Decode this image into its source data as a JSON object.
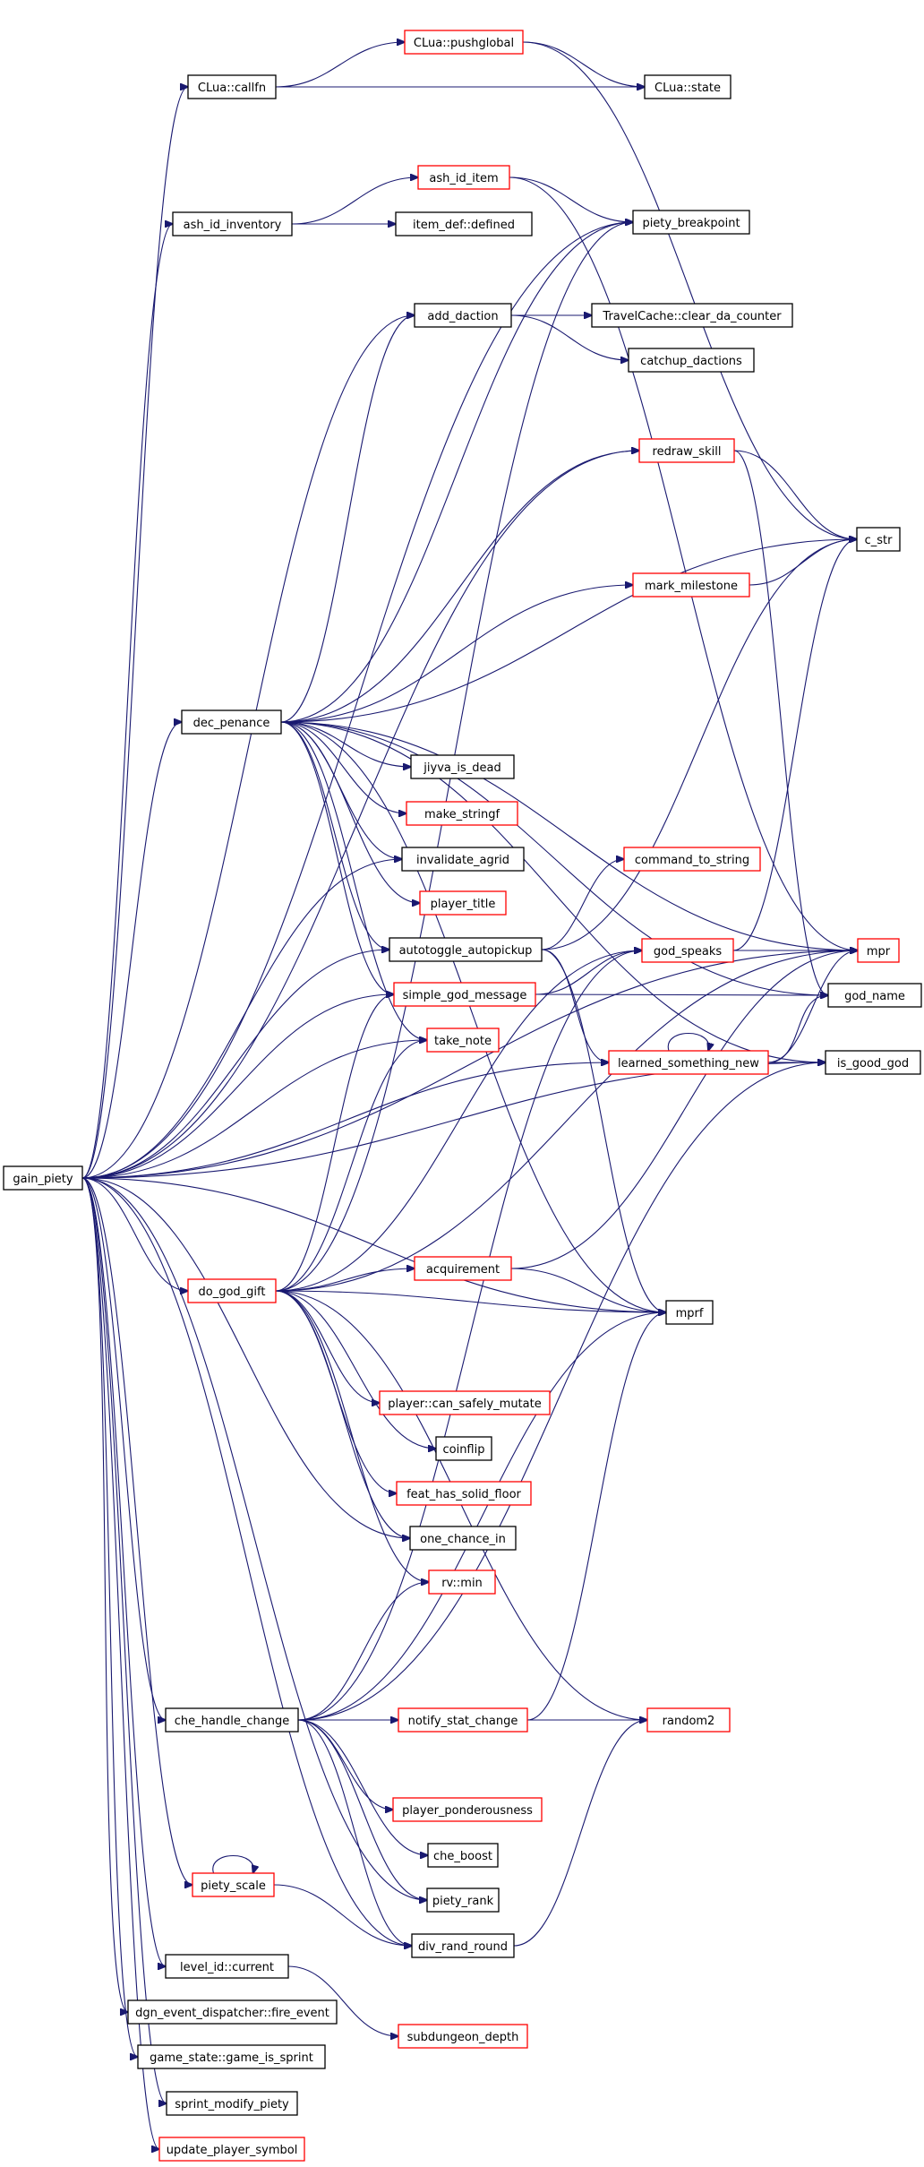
{
  "colors": {
    "edge": "#191970",
    "border_normal": "#000000",
    "border_truncated": "#ff0000",
    "root_fill": "#bfbfbf"
  },
  "nodes": [
    {
      "id": "gain_piety",
      "label": "gain_piety",
      "style": "root"
    },
    {
      "id": "clua_callfn",
      "label": "CLua::callfn",
      "style": "normal"
    },
    {
      "id": "clua_pushglobal",
      "label": "CLua::pushglobal",
      "style": "truncated"
    },
    {
      "id": "clua_state",
      "label": "CLua::state",
      "style": "normal"
    },
    {
      "id": "ash_id_inventory",
      "label": "ash_id_inventory",
      "style": "normal"
    },
    {
      "id": "ash_id_item",
      "label": "ash_id_item",
      "style": "truncated"
    },
    {
      "id": "item_def_defined",
      "label": "item_def::defined",
      "style": "normal"
    },
    {
      "id": "piety_breakpoint",
      "label": "piety_breakpoint",
      "style": "normal"
    },
    {
      "id": "add_daction",
      "label": "add_daction",
      "style": "normal"
    },
    {
      "id": "travelcache",
      "label": "TravelCache::clear_da_counter",
      "style": "normal"
    },
    {
      "id": "catchup_dactions",
      "label": "catchup_dactions",
      "style": "normal"
    },
    {
      "id": "redraw_skill",
      "label": "redraw_skill",
      "style": "truncated"
    },
    {
      "id": "c_str",
      "label": "c_str",
      "style": "normal"
    },
    {
      "id": "mark_milestone",
      "label": "mark_milestone",
      "style": "truncated"
    },
    {
      "id": "dec_penance",
      "label": "dec_penance",
      "style": "normal"
    },
    {
      "id": "jiyva_is_dead",
      "label": "jiyva_is_dead",
      "style": "normal"
    },
    {
      "id": "make_stringf",
      "label": "make_stringf",
      "style": "truncated"
    },
    {
      "id": "invalidate_agrid",
      "label": "invalidate_agrid",
      "style": "normal"
    },
    {
      "id": "command_to_string",
      "label": "command_to_string",
      "style": "truncated"
    },
    {
      "id": "player_title",
      "label": "player_title",
      "style": "truncated"
    },
    {
      "id": "autotoggle",
      "label": "autotoggle_autopickup",
      "style": "normal"
    },
    {
      "id": "god_speaks",
      "label": "god_speaks",
      "style": "truncated"
    },
    {
      "id": "mpr",
      "label": "mpr",
      "style": "truncated"
    },
    {
      "id": "simple_god_message",
      "label": "simple_god_message",
      "style": "truncated"
    },
    {
      "id": "god_name",
      "label": "god_name",
      "style": "normal"
    },
    {
      "id": "take_note",
      "label": "take_note",
      "style": "truncated"
    },
    {
      "id": "learned",
      "label": "learned_something_new",
      "style": "truncated"
    },
    {
      "id": "is_good_god",
      "label": "is_good_god",
      "style": "normal"
    },
    {
      "id": "do_god_gift",
      "label": "do_god_gift",
      "style": "truncated"
    },
    {
      "id": "acquirement",
      "label": "acquirement",
      "style": "truncated"
    },
    {
      "id": "mprf",
      "label": "mprf",
      "style": "normal"
    },
    {
      "id": "can_safely_mutate",
      "label": "player::can_safely_mutate",
      "style": "truncated"
    },
    {
      "id": "coinflip",
      "label": "coinflip",
      "style": "normal"
    },
    {
      "id": "feat_solid",
      "label": "feat_has_solid_floor",
      "style": "truncated"
    },
    {
      "id": "one_chance_in",
      "label": "one_chance_in",
      "style": "normal"
    },
    {
      "id": "rv_min",
      "label": "rv::min",
      "style": "truncated"
    },
    {
      "id": "che_handle_change",
      "label": "che_handle_change",
      "style": "normal"
    },
    {
      "id": "notify_stat_change",
      "label": "notify_stat_change",
      "style": "truncated"
    },
    {
      "id": "random2",
      "label": "random2",
      "style": "truncated"
    },
    {
      "id": "ponderousness",
      "label": "player_ponderousness",
      "style": "truncated"
    },
    {
      "id": "che_boost",
      "label": "che_boost",
      "style": "normal"
    },
    {
      "id": "piety_scale",
      "label": "piety_scale",
      "style": "truncated"
    },
    {
      "id": "piety_rank",
      "label": "piety_rank",
      "style": "normal"
    },
    {
      "id": "div_rand_round",
      "label": "div_rand_round",
      "style": "normal"
    },
    {
      "id": "level_id_current",
      "label": "level_id::current",
      "style": "normal"
    },
    {
      "id": "subdungeon_depth",
      "label": "subdungeon_depth",
      "style": "truncated"
    },
    {
      "id": "fire_event",
      "label": "dgn_event_dispatcher::fire_event",
      "style": "normal"
    },
    {
      "id": "game_is_sprint",
      "label": "game_state::game_is_sprint",
      "style": "normal"
    },
    {
      "id": "sprint_modify_piety",
      "label": "sprint_modify_piety",
      "style": "normal"
    },
    {
      "id": "update_player_symbol",
      "label": "update_player_symbol",
      "style": "truncated"
    }
  ],
  "edges": [
    [
      "gain_piety",
      "clua_callfn"
    ],
    [
      "gain_piety",
      "ash_id_inventory"
    ],
    [
      "gain_piety",
      "piety_breakpoint"
    ],
    [
      "gain_piety",
      "add_daction"
    ],
    [
      "gain_piety",
      "redraw_skill"
    ],
    [
      "gain_piety",
      "dec_penance"
    ],
    [
      "gain_piety",
      "invalidate_agrid"
    ],
    [
      "gain_piety",
      "autotoggle"
    ],
    [
      "gain_piety",
      "simple_god_message"
    ],
    [
      "gain_piety",
      "take_note"
    ],
    [
      "gain_piety",
      "learned"
    ],
    [
      "gain_piety",
      "do_god_gift"
    ],
    [
      "gain_piety",
      "che_handle_change"
    ],
    [
      "gain_piety",
      "piety_scale"
    ],
    [
      "gain_piety",
      "piety_rank"
    ],
    [
      "gain_piety",
      "div_rand_round"
    ],
    [
      "gain_piety",
      "level_id_current"
    ],
    [
      "gain_piety",
      "fire_event"
    ],
    [
      "gain_piety",
      "game_is_sprint"
    ],
    [
      "gain_piety",
      "sprint_modify_piety"
    ],
    [
      "gain_piety",
      "update_player_symbol"
    ],
    [
      "gain_piety",
      "mpr"
    ],
    [
      "gain_piety",
      "mprf"
    ],
    [
      "gain_piety",
      "one_chance_in"
    ],
    [
      "gain_piety",
      "is_good_god"
    ],
    [
      "clua_callfn",
      "clua_pushglobal"
    ],
    [
      "clua_callfn",
      "clua_state"
    ],
    [
      "clua_pushglobal",
      "clua_state"
    ],
    [
      "clua_pushglobal",
      "c_str"
    ],
    [
      "ash_id_inventory",
      "ash_id_item"
    ],
    [
      "ash_id_inventory",
      "item_def_defined"
    ],
    [
      "ash_id_item",
      "piety_breakpoint"
    ],
    [
      "ash_id_item",
      "mpr"
    ],
    [
      "add_daction",
      "travelcache"
    ],
    [
      "add_daction",
      "catchup_dactions"
    ],
    [
      "redraw_skill",
      "c_str"
    ],
    [
      "redraw_skill",
      "god_name"
    ],
    [
      "mark_milestone",
      "c_str"
    ],
    [
      "dec_penance",
      "add_daction"
    ],
    [
      "dec_penance",
      "piety_breakpoint"
    ],
    [
      "dec_penance",
      "redraw_skill"
    ],
    [
      "dec_penance",
      "c_str"
    ],
    [
      "dec_penance",
      "mark_milestone"
    ],
    [
      "dec_penance",
      "mpr"
    ],
    [
      "dec_penance",
      "is_good_god"
    ],
    [
      "dec_penance",
      "god_name"
    ],
    [
      "dec_penance",
      "jiyva_is_dead"
    ],
    [
      "dec_penance",
      "make_stringf"
    ],
    [
      "dec_penance",
      "invalidate_agrid"
    ],
    [
      "dec_penance",
      "player_title"
    ],
    [
      "dec_penance",
      "autotoggle"
    ],
    [
      "dec_penance",
      "simple_god_message"
    ],
    [
      "dec_penance",
      "take_note"
    ],
    [
      "dec_penance",
      "mprf"
    ],
    [
      "autotoggle",
      "command_to_string"
    ],
    [
      "autotoggle",
      "c_str"
    ],
    [
      "autotoggle",
      "learned"
    ],
    [
      "autotoggle",
      "mprf"
    ],
    [
      "god_speaks",
      "mpr"
    ],
    [
      "god_speaks",
      "c_str"
    ],
    [
      "simple_god_message",
      "god_speaks"
    ],
    [
      "simple_god_message",
      "god_name"
    ],
    [
      "learned",
      "learned"
    ],
    [
      "learned",
      "mpr"
    ],
    [
      "learned",
      "god_name"
    ],
    [
      "learned",
      "is_good_god"
    ],
    [
      "do_god_gift",
      "simple_god_message"
    ],
    [
      "do_god_gift",
      "take_note"
    ],
    [
      "do_god_gift",
      "god_speaks"
    ],
    [
      "do_god_gift",
      "piety_breakpoint"
    ],
    [
      "do_god_gift",
      "acquirement"
    ],
    [
      "do_god_gift",
      "mprf"
    ],
    [
      "do_god_gift",
      "can_safely_mutate"
    ],
    [
      "do_god_gift",
      "coinflip"
    ],
    [
      "do_god_gift",
      "feat_solid"
    ],
    [
      "do_god_gift",
      "one_chance_in"
    ],
    [
      "do_god_gift",
      "rv_min"
    ],
    [
      "do_god_gift",
      "random2"
    ],
    [
      "do_god_gift",
      "mpr"
    ],
    [
      "acquirement",
      "mprf"
    ],
    [
      "acquirement",
      "mpr"
    ],
    [
      "che_handle_change",
      "rv_min"
    ],
    [
      "che_handle_change",
      "notify_stat_change"
    ],
    [
      "che_handle_change",
      "mprf"
    ],
    [
      "che_handle_change",
      "god_speaks"
    ],
    [
      "che_handle_change",
      "is_good_god"
    ],
    [
      "che_handle_change",
      "ponderousness"
    ],
    [
      "che_handle_change",
      "che_boost"
    ],
    [
      "che_handle_change",
      "piety_rank"
    ],
    [
      "che_handle_change",
      "div_rand_round"
    ],
    [
      "notify_stat_change",
      "random2"
    ],
    [
      "notify_stat_change",
      "mprf"
    ],
    [
      "piety_scale",
      "piety_scale"
    ],
    [
      "piety_scale",
      "div_rand_round"
    ],
    [
      "div_rand_round",
      "random2"
    ],
    [
      "level_id_current",
      "subdungeon_depth"
    ]
  ]
}
